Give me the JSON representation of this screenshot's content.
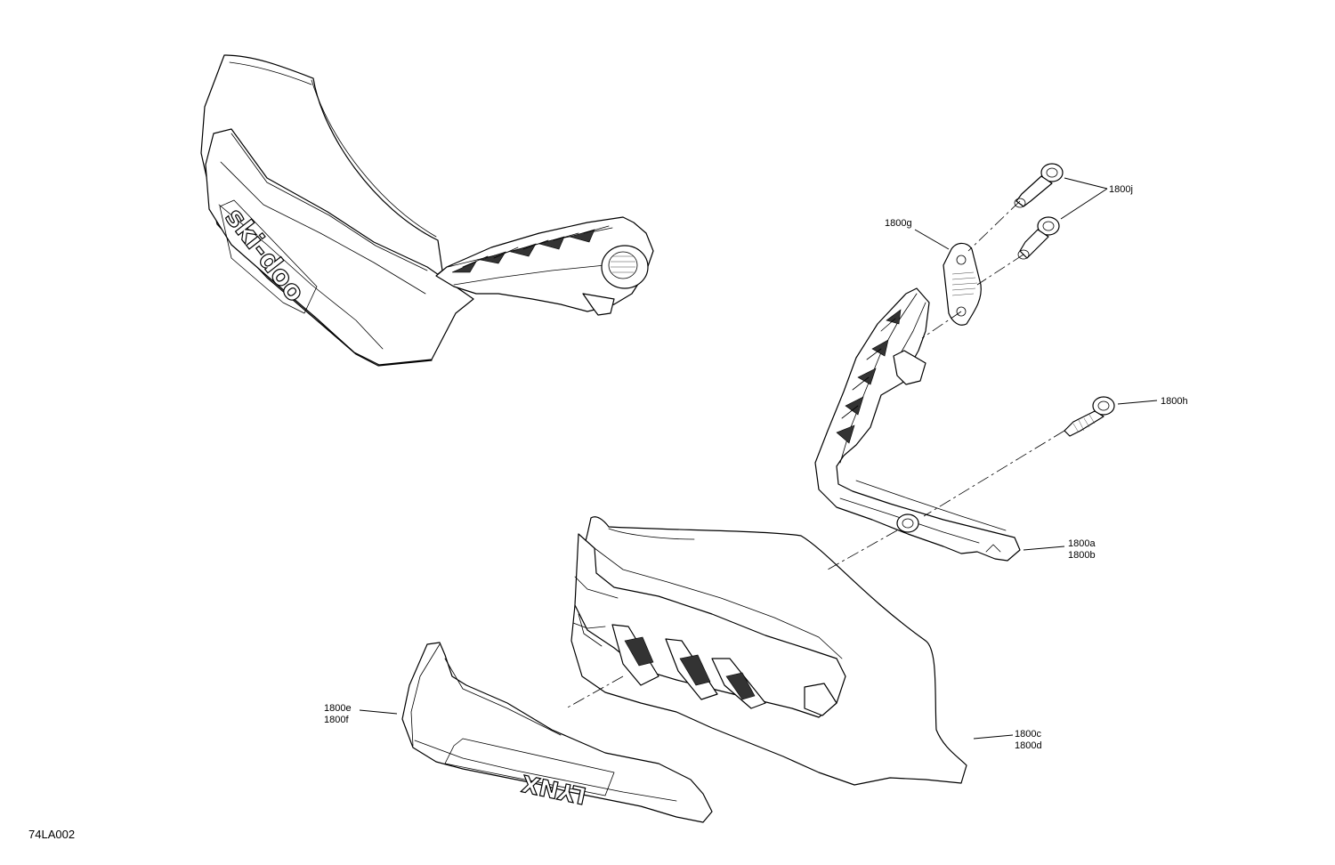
{
  "figure_id": "74LA002",
  "callouts": {
    "c1800j": "1800j",
    "c1800g": "1800g",
    "c1800h": "1800h",
    "c1800a": "1800a",
    "c1800b": "1800b",
    "c1800e": "1800e",
    "c1800f": "1800f",
    "c1800c": "1800c",
    "c1800d": "1800d"
  },
  "brand_marks": {
    "left_guard_logo": "ski-doo",
    "lower_deflector_logo": "LYNX"
  }
}
